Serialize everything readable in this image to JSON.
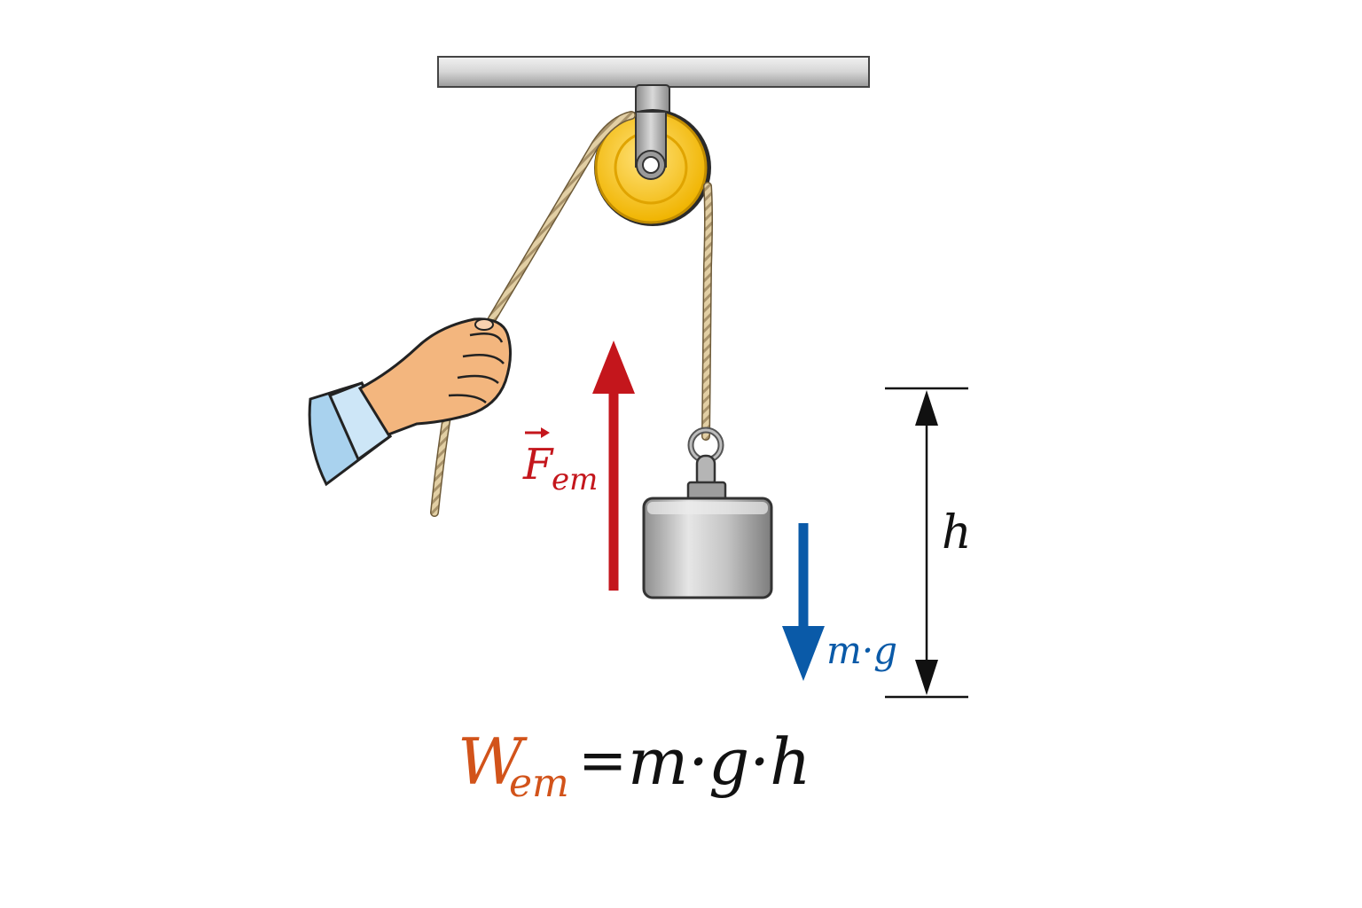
{
  "labels": {
    "force_symbol": "F",
    "force_subscript": "em",
    "weight_label": "m·g",
    "height_label": "h"
  },
  "formula": {
    "lhs_symbol": "W",
    "lhs_subscript": "em",
    "equals": "=",
    "rhs": "m·g·h"
  },
  "colors": {
    "force_arrow": "#c4161c",
    "weight_arrow": "#0a5aa8",
    "work_symbol": "#d2531a",
    "pulley": "#f5c11a",
    "rope": "#d9c59a",
    "mass": "#b8b8b8",
    "sleeve": "#a9d2ee",
    "skin": "#f3b67e"
  },
  "icons": [
    "ceiling-beam",
    "pulley-wheel",
    "rope",
    "hand-icon",
    "mass-block"
  ]
}
